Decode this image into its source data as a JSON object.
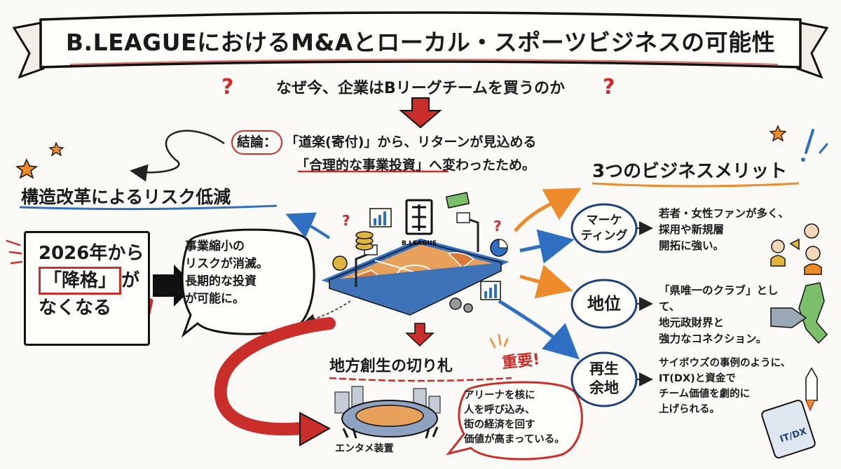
{
  "title": "B.LEAGUEにおけるM&Aとローカル・スポーツビジネスの可能性",
  "question": "なぜ今、企業はBリーグチームを買うのか",
  "conclusion": {
    "label": "結論：",
    "line1": "「道楽(寄付)」から、リターンが見込める",
    "line2": "「合理的な事業投資」へ変わったため。"
  },
  "left_section": {
    "heading": "構造改革によるリスク低減",
    "box": {
      "line1": "2026年から",
      "boxed": "「降格」",
      "line2_suffix": "が",
      "line3": "なくなる"
    },
    "bubble": [
      "事業縮小の",
      "リスクが消滅。",
      "長期的な投資",
      "が可能に。"
    ]
  },
  "center": {
    "logo_text": "B.LEAGUE"
  },
  "right_section": {
    "heading": "3つのビジネスメリット",
    "merits": [
      {
        "label_l1": "マーケ",
        "label_l2": "ティング",
        "text": [
          "若者・女性ファンが多く、",
          "採用や新規層",
          "開拓に強い。"
        ]
      },
      {
        "label_l1": "地位",
        "label_l2": "",
        "text": [
          "「県唯一のクラブ」として、",
          "地元政財界と",
          "強力なコネクション。"
        ]
      },
      {
        "label_l1": "再生",
        "label_l2": "余地",
        "text": [
          "サイボウズの事例のように、",
          "IT(DX)と資金で",
          "チーム価値を劇的に",
          "上げられる。"
        ]
      }
    ],
    "tablet_text": "IT/DX"
  },
  "bottom_section": {
    "heading": "地方創生の切り札",
    "important": "重要!",
    "bubble": [
      "アリーナを核に",
      "人を呼び込み、",
      "街の経済を回す",
      "価値が高まっている。"
    ],
    "caption": "エンタメ装置"
  },
  "colors": {
    "red": "#c92e2a",
    "blue": "#2f6fc1",
    "orange": "#ec8a2c",
    "navy": "#1d3f7a"
  }
}
